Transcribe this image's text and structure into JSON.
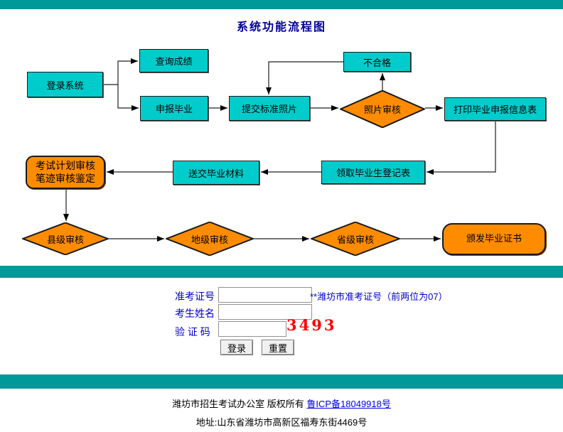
{
  "page": {
    "title": "系统功能流程图"
  },
  "colors": {
    "bar_teal": "#009999",
    "process_fill": "#00CCCC",
    "decision_fill": "#FF8C00",
    "title_blue": "#000099",
    "label_blue": "#0000CC",
    "captcha_red": "#FF0000"
  },
  "flowchart": {
    "nodes": {
      "login": "登录系统",
      "query_score": "查询成绩",
      "apply_graduation": "申报毕业",
      "submit_photo": "提交标准照片",
      "unqualified": "不合格",
      "photo_review": "照片审核",
      "print_info": "打印毕业申报信息表",
      "get_register_form": "领取毕业生登记表",
      "submit_materials": "送交毕业材料",
      "exam_plan_review_line1": "考试计划审核",
      "exam_plan_review_line2": "笔迹审核鉴定",
      "county_review": "县级审核",
      "city_review": "地级审核",
      "province_review": "省级审核",
      "issue_certificate": "颁发毕业证书"
    }
  },
  "login_form": {
    "exam_id_label": "准考证号",
    "exam_id_value": "",
    "exam_id_note": "**潍坊市准考证号（前两位为07）",
    "name_label": "考生姓名",
    "name_value": "",
    "captcha_label": "验 证 码",
    "captcha_value": "",
    "captcha_code": "3493",
    "login_button": "登录",
    "reset_button": "重置"
  },
  "footer": {
    "copyright": "潍坊市招生考试办公室  版权所有 ",
    "icp_link": "鲁ICP备18049918号",
    "address": "地址:山东省潍坊市高新区福寿东街4469号"
  }
}
